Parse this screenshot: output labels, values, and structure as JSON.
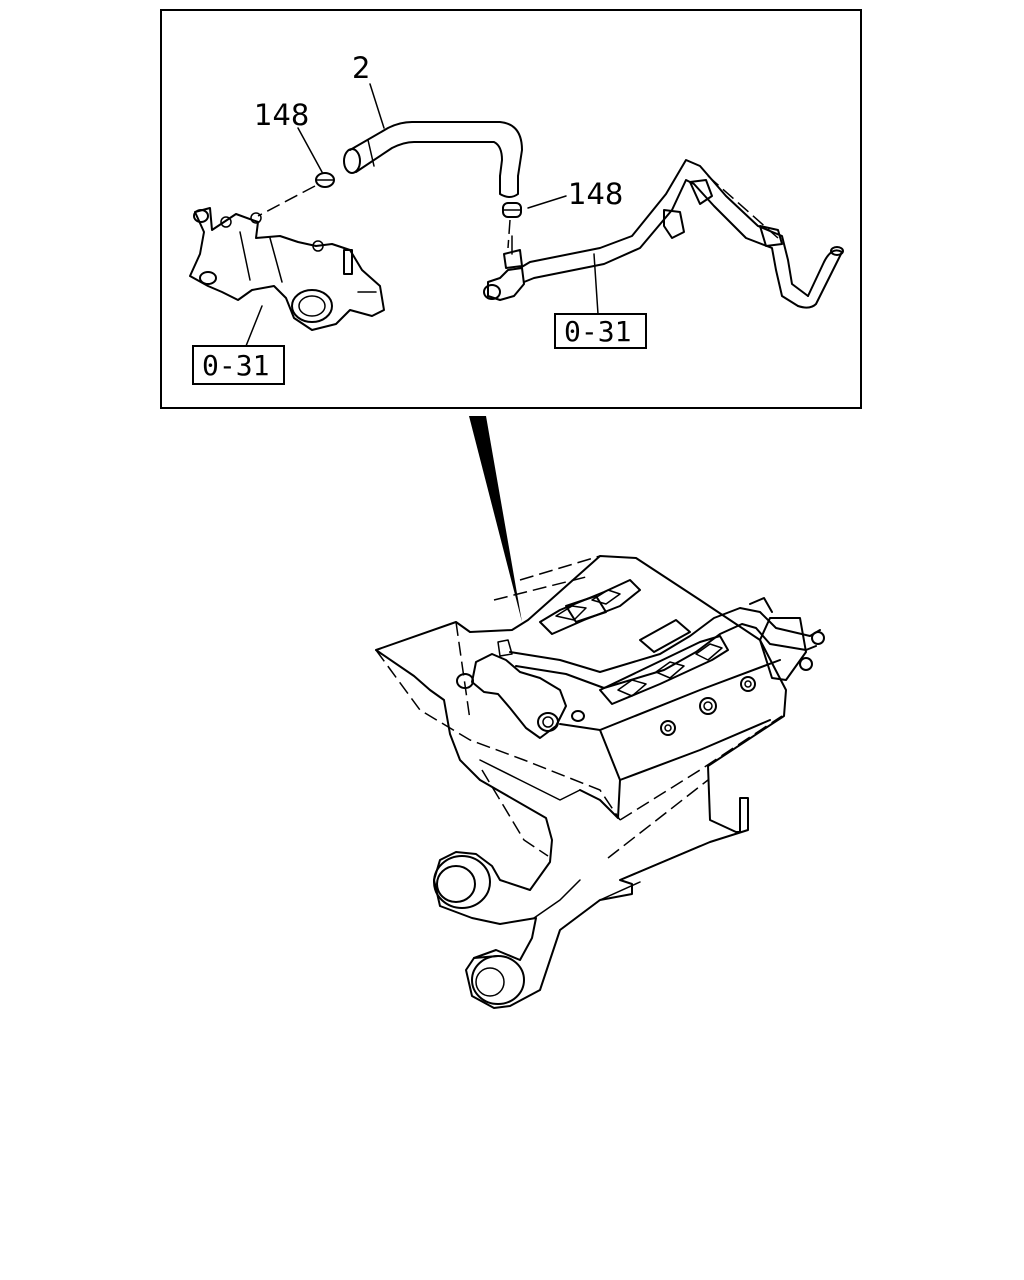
{
  "callouts": {
    "part_2": "2",
    "part_148_left": "148",
    "part_148_right": "148"
  },
  "references": {
    "ref_left": "0-31",
    "ref_right": "0-31"
  }
}
